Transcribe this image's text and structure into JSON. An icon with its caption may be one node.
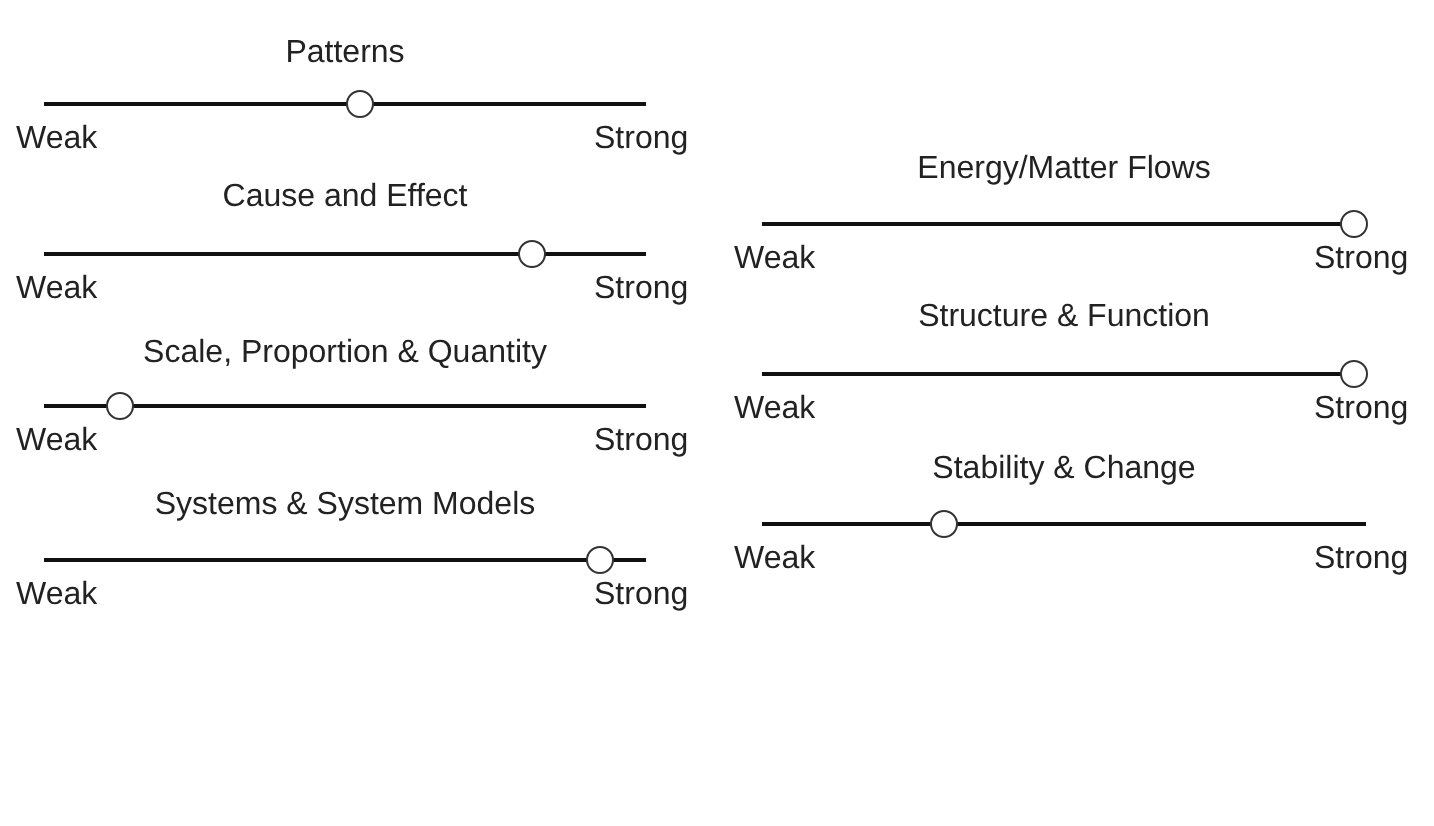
{
  "diagram": {
    "labels": [
      "Patterns",
      "Weak",
      "Strong",
      "Cause and Effect",
      "Weak",
      "Strong",
      "Scale, Proportion & Quantity",
      "Weak",
      "Strong",
      "Systems & System Models",
      "Weak",
      "Strong",
      "Energy/Matter Flows",
      "Weak",
      "Strong",
      "Structure & Function",
      "Weak",
      "Strong",
      "Stability & Change",
      "Weak",
      "Strong"
    ]
  }
}
